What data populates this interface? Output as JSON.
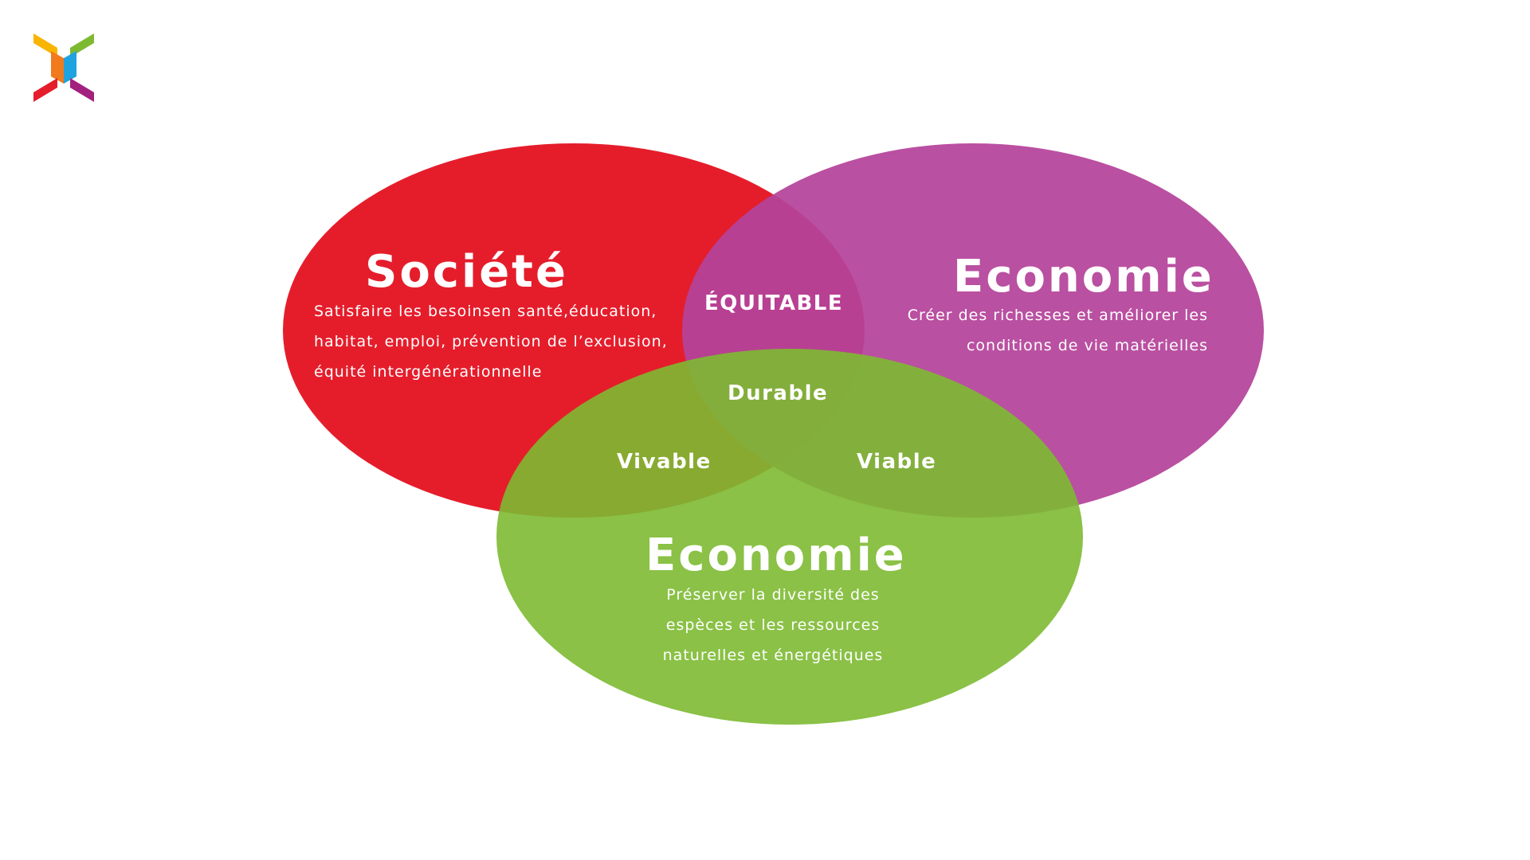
{
  "colors": {
    "societe": "#E51D2B",
    "economie": "#B5439A",
    "environnement": "#7DBA32",
    "logo_yellow": "#F7B500",
    "logo_green": "#7DBA32",
    "logo_orange": "#F07A1C",
    "logo_blue": "#1FA3E0",
    "logo_red": "#E51D2B",
    "logo_purple": "#A3207F"
  },
  "logo": {
    "icon": "x-logo-icon"
  },
  "circles": {
    "societe": {
      "title": "Société",
      "lines": [
        "Satisfaire les besoinsen santé,éducation,",
        "habitat, emploi, prévention de l’exclusion,",
        "équité intergénérationnelle"
      ]
    },
    "economie": {
      "title": "Economie",
      "lines": [
        "Créer des richesses et améliorer les",
        "conditions de vie matérielles"
      ]
    },
    "environnement": {
      "title": "Economie",
      "lines": [
        "Préserver la diversité des",
        "espèces et les ressources",
        "naturelles et énergétiques"
      ]
    }
  },
  "intersections": {
    "equitable": "ÉQUITABLE",
    "durable": "Durable",
    "vivable": "Vivable",
    "viable": "Viable"
  }
}
